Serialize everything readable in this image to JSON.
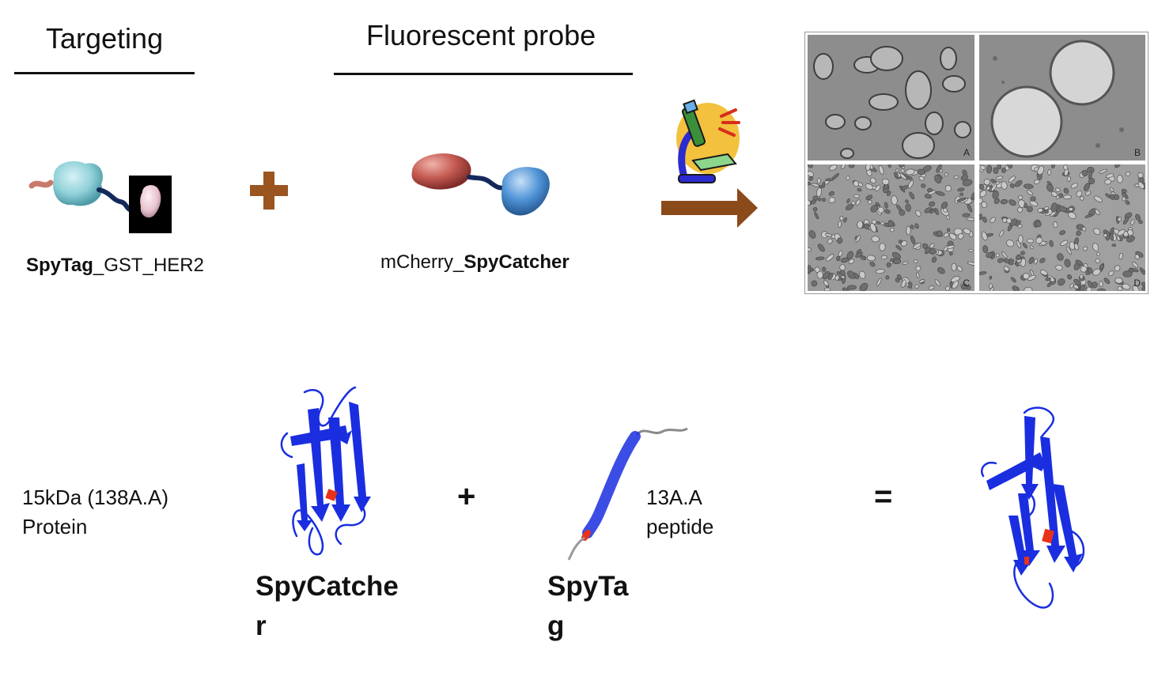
{
  "headings": {
    "targeting": "Targeting",
    "fluorescent_probe": "Fluorescent probe"
  },
  "constructs": {
    "targeting_bold": "SpyTag",
    "targeting_rest": "_GST_HER2",
    "probe_prefix": "mCherry_",
    "probe_bold": "SpyCatcher"
  },
  "microscopy_panels": [
    "A",
    "B",
    "C",
    "D"
  ],
  "bottom": {
    "protein_desc_line1": "15kDa (138A.A)",
    "protein_desc_line2": "Protein",
    "spycatcher_name": "SpyCatcher",
    "plus": "+",
    "peptide_desc_line1": "13A.A",
    "peptide_desc_line2": "peptide",
    "spytag_name": "SpyTag",
    "equals": "="
  },
  "colors": {
    "plus_brown": "#9a5520",
    "arrow_brown": "#8b4a1a",
    "protein_blue": "#1a2ee0",
    "reactive_red": "#e8321a",
    "cyan_domain": "#8fd0d8",
    "red_domain": "#c45a52",
    "blue_domain": "#4f93d6",
    "linker_navy": "#14285a"
  }
}
